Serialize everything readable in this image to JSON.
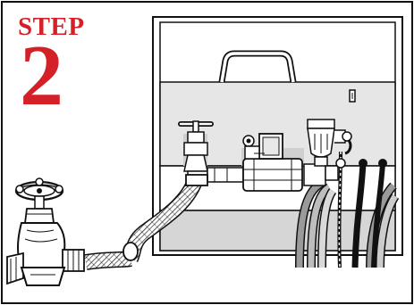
{
  "step": {
    "word": "STEP",
    "number": "2"
  },
  "colors": {
    "accent": "#d42127",
    "outline": "#111111",
    "cabinet_fill": "#e5e5e5",
    "shadow_fill": "#b5b5b5",
    "hose_fill": "#ffffff",
    "wire_fill": "#9a9a9a",
    "sensor_cable": "#1a1a1a"
  },
  "figure": {
    "components": [
      "hose-bib-faucet",
      "braided-supply-hose",
      "shutoff-valve",
      "solenoid-valve",
      "water-filter",
      "control-wires",
      "sensor-cables",
      "indicator-light",
      "cabinet-handle"
    ]
  }
}
